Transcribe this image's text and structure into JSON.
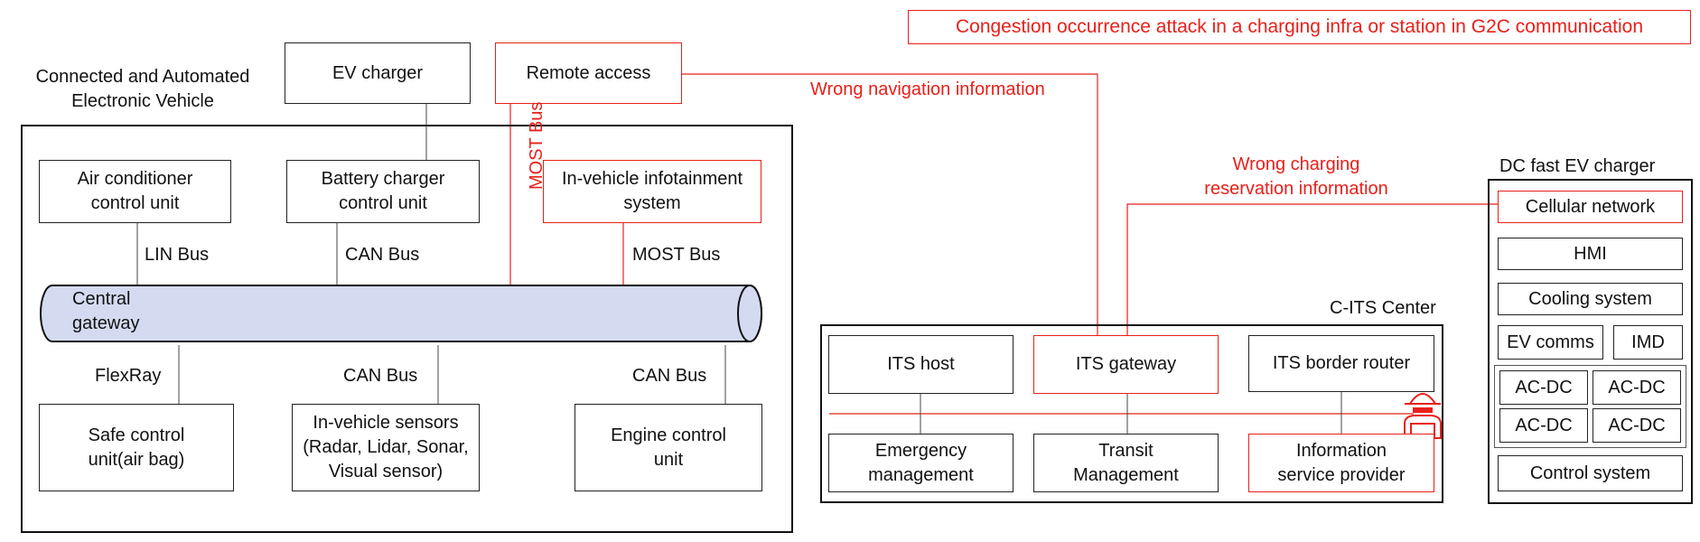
{
  "top_banner": "Congestion occurrence attack in a charging infra or station in G2C communication",
  "vehicle": {
    "title": "Connected and Automated\nElectronic Vehicle",
    "ev_charger": "EV charger",
    "remote_access": "Remote access",
    "air_conditioner": "Air conditioner\ncontrol unit",
    "battery_charger": "Battery charger\ncontrol unit",
    "infotainment": "In-vehicle infotainment\nsystem",
    "lin_bus": "LIN Bus",
    "can_bus_top": "CAN Bus",
    "most_bus_right": "MOST Bus",
    "most_bus_vertical": "MOST Bus",
    "central_gateway": "Central\ngateway",
    "flexray": "FlexRay",
    "can_bus_mid": "CAN Bus",
    "can_bus_right": "CAN Bus",
    "safe_control": "Safe control\nunit(air bag)",
    "sensors": "In-vehicle sensors\n(Radar, Lidar, Sonar,\nVisual sensor)",
    "engine": "Engine control\nunit"
  },
  "attack_labels": {
    "wrong_navigation": "Wrong navigation information",
    "wrong_charging": "Wrong charging\nreservation information"
  },
  "c_its": {
    "title": "C-ITS Center",
    "its_host": "ITS host",
    "its_gateway": "ITS gateway",
    "its_border_router": "ITS border router",
    "emergency": "Emergency\nmanagement",
    "transit": "Transit\nManagement",
    "info_service": "Information\nservice provider"
  },
  "dc_charger": {
    "title": "DC fast EV charger",
    "cellular": "Cellular network",
    "hmi": "HMI",
    "cooling": "Cooling system",
    "ev_comms": "EV comms",
    "imd": "IMD",
    "acdc_1": "AC-DC",
    "acdc_2": "AC-DC",
    "acdc_3": "AC-DC",
    "acdc_4": "AC-DC",
    "control": "Control system"
  },
  "icons": {
    "attacker": "hacker-icon"
  },
  "colors": {
    "attack": "#e8201a",
    "gateway_fill": "#d4dbf1",
    "line": "#222222"
  }
}
